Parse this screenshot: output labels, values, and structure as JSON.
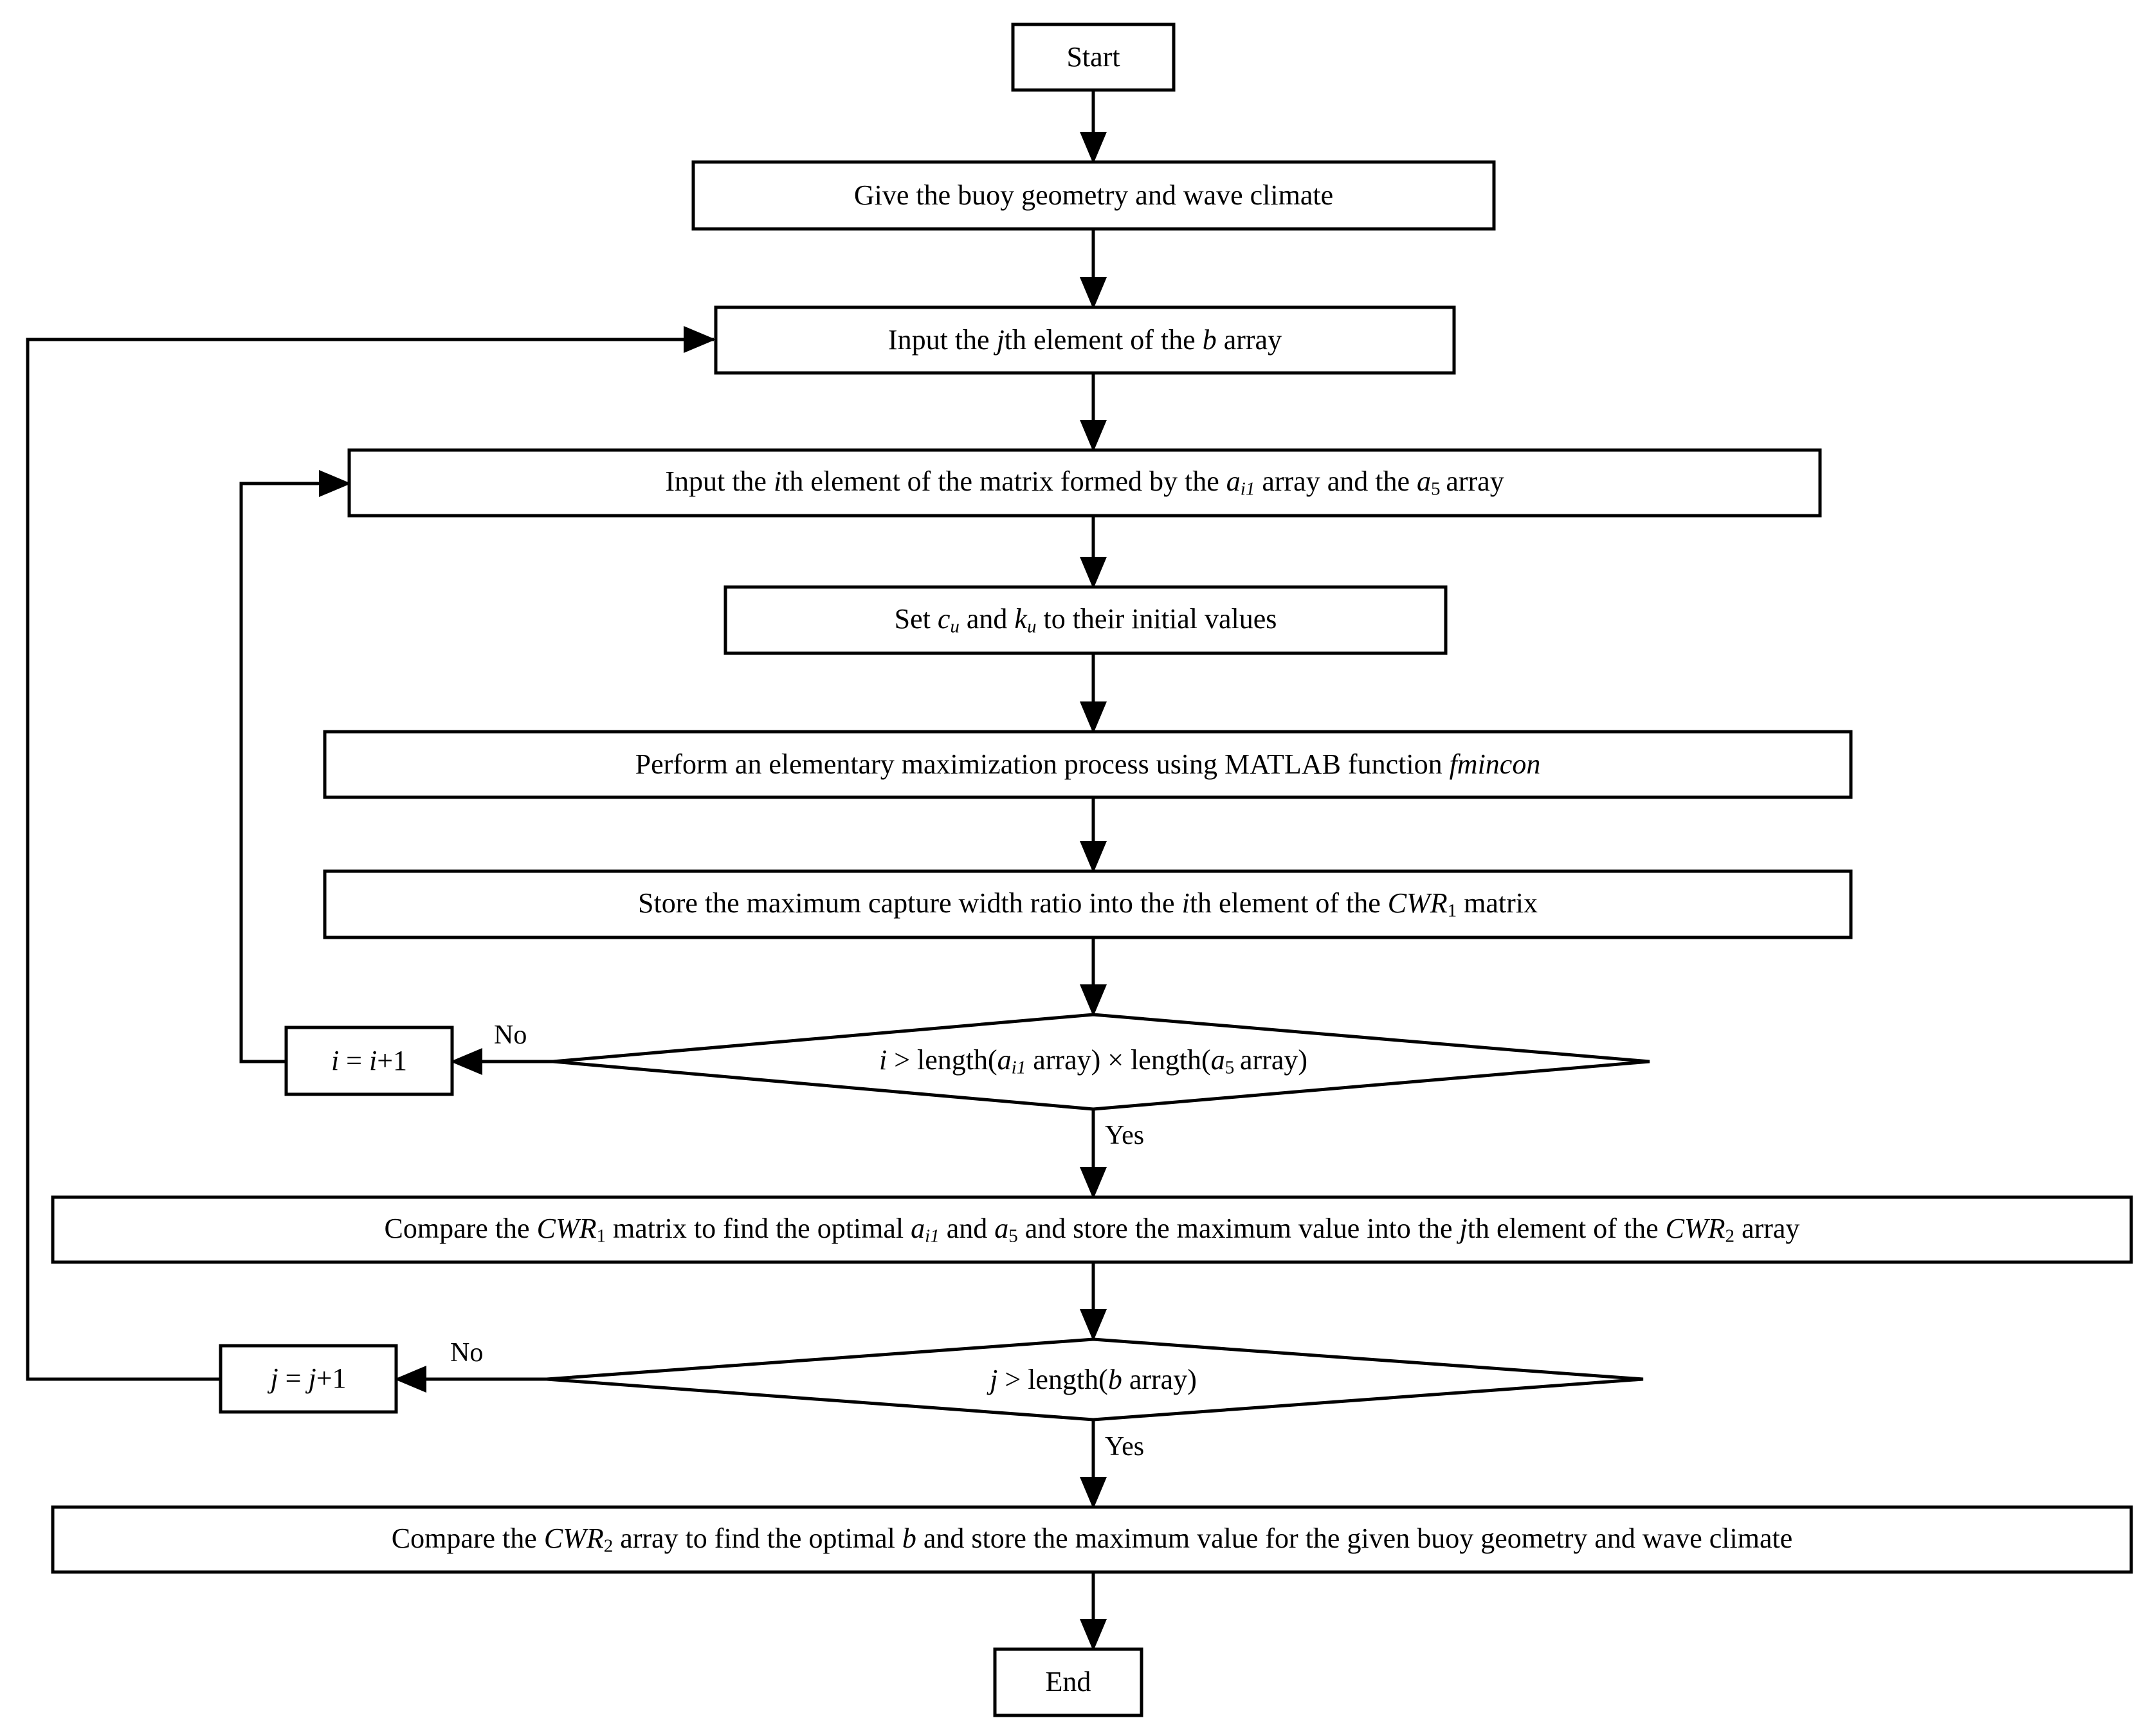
{
  "diagram": {
    "type": "flowchart",
    "title": "Buoy geometry capture width ratio optimization flowchart",
    "colors": {
      "stroke": "#000000",
      "fill": "#ffffff",
      "text": "#000000"
    },
    "nodes": [
      {
        "id": "start",
        "shape": "process",
        "text": "Start"
      },
      {
        "id": "give-geom",
        "shape": "process",
        "text": "Give the buoy geometry and wave climate"
      },
      {
        "id": "input-j",
        "shape": "process",
        "text": "Input the jth element of the b array"
      },
      {
        "id": "input-i",
        "shape": "process",
        "text": "Input the ith element of the matrix formed by the ai1 array and the a5 array"
      },
      {
        "id": "set-cu-ku",
        "shape": "process",
        "text": "Set cu and ku to their initial values"
      },
      {
        "id": "fmincon",
        "shape": "process",
        "text": "Perform an elementary maximization process using MATLAB function fmincon"
      },
      {
        "id": "store-cwr1",
        "shape": "process",
        "text": "Store the maximum capture width ratio into the ith element of the CWR1 matrix"
      },
      {
        "id": "dec-i",
        "shape": "decision",
        "text": "i > length(ai1 array) × length(a5 array)"
      },
      {
        "id": "inc-i",
        "shape": "process",
        "text": "i = i+1"
      },
      {
        "id": "compare-cwr1",
        "shape": "process",
        "text": "Compare the CWR1 matrix to find the optimal ai1 and a5 and store the maximum value into the jth element of the CWR2 array"
      },
      {
        "id": "dec-j",
        "shape": "decision",
        "text": "j > length(b array)"
      },
      {
        "id": "inc-j",
        "shape": "process",
        "text": "j = j+1"
      },
      {
        "id": "compare-cwr2",
        "shape": "process",
        "text": "Compare the CWR2 array to find the optimal b and store the maximum value for the given buoy geometry and wave climate"
      },
      {
        "id": "end",
        "shape": "process",
        "text": "End"
      }
    ],
    "edge_labels": {
      "dec_i_no": "No",
      "dec_i_yes": "Yes",
      "dec_j_no": "No",
      "dec_j_yes": "Yes"
    },
    "edges": [
      {
        "from": "start",
        "to": "give-geom",
        "label": ""
      },
      {
        "from": "give-geom",
        "to": "input-j",
        "label": ""
      },
      {
        "from": "input-j",
        "to": "input-i",
        "label": ""
      },
      {
        "from": "input-i",
        "to": "set-cu-ku",
        "label": ""
      },
      {
        "from": "set-cu-ku",
        "to": "fmincon",
        "label": ""
      },
      {
        "from": "fmincon",
        "to": "store-cwr1",
        "label": ""
      },
      {
        "from": "store-cwr1",
        "to": "dec-i",
        "label": ""
      },
      {
        "from": "dec-i",
        "to": "inc-i",
        "label": "No"
      },
      {
        "from": "inc-i",
        "to": "input-i",
        "label": ""
      },
      {
        "from": "dec-i",
        "to": "compare-cwr1",
        "label": "Yes"
      },
      {
        "from": "compare-cwr1",
        "to": "dec-j",
        "label": ""
      },
      {
        "from": "dec-j",
        "to": "inc-j",
        "label": "No"
      },
      {
        "from": "inc-j",
        "to": "input-j",
        "label": ""
      },
      {
        "from": "dec-j",
        "to": "compare-cwr2",
        "label": "Yes"
      },
      {
        "from": "compare-cwr2",
        "to": "end",
        "label": ""
      }
    ]
  }
}
